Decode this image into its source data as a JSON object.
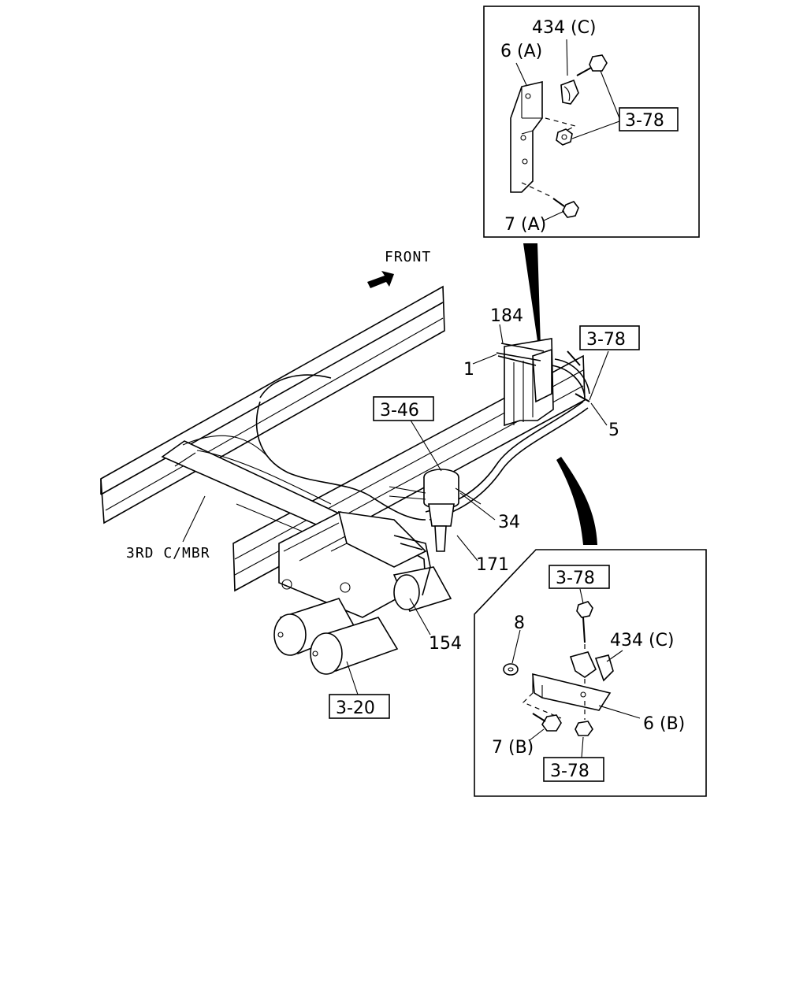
{
  "direction_label": "FRONT",
  "crossmember_label": "3RD C/MBR",
  "refs": {
    "r378_top": "3-78",
    "r378_mid": "3-78",
    "r346": "3-46",
    "r320": "3-20",
    "r378_det_top": "3-78",
    "r378_det_bot": "3-78"
  },
  "parts": {
    "p184": "184",
    "p1": "1",
    "p5": "5",
    "p34": "34",
    "p171": "171",
    "p154": "154"
  },
  "detail_a": {
    "clip": "434 (C)",
    "bracket": "6 (A)",
    "bolt": "7 (A)"
  },
  "detail_b": {
    "washer": "8",
    "clip": "434 (C)",
    "bracket": "6 (B)",
    "bolt": "7 (B)"
  }
}
